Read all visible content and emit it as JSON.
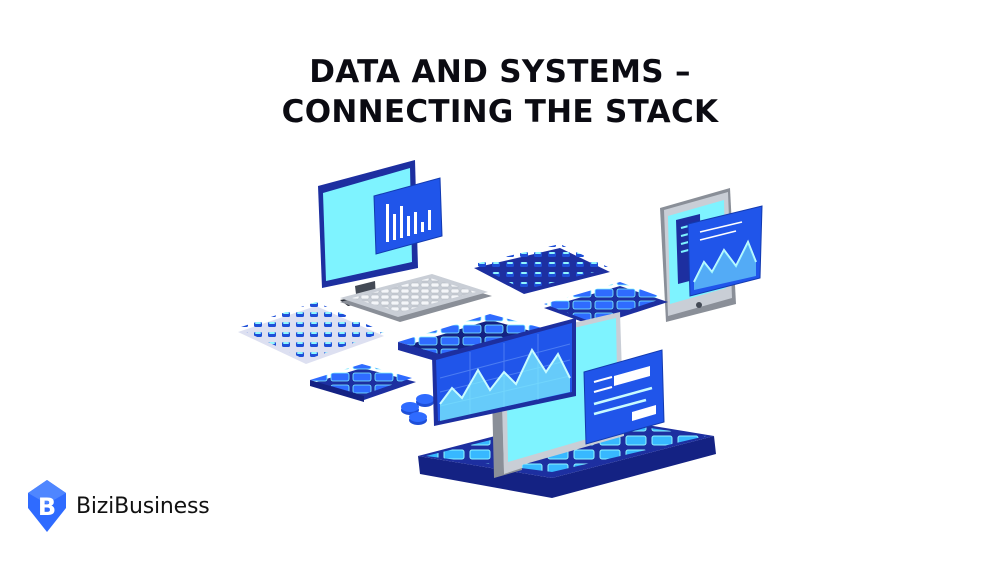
{
  "title": {
    "line1": "DATA AND SYSTEMS –",
    "line2": "CONNECTING THE STACK"
  },
  "brand": {
    "name": "BiziBusiness",
    "logo_letter": "B",
    "logo_icon": "bizibusiness-logo-icon"
  },
  "colors": {
    "navy": "#1d2fa0",
    "blue": "#1e4fd8",
    "bright_blue": "#2f6bff",
    "cyan": "#7ef3ff",
    "pale_cyan": "#c8fbff",
    "grey": "#c9ced6",
    "dark_grey": "#8a8f98",
    "text": "#0b0b12"
  }
}
